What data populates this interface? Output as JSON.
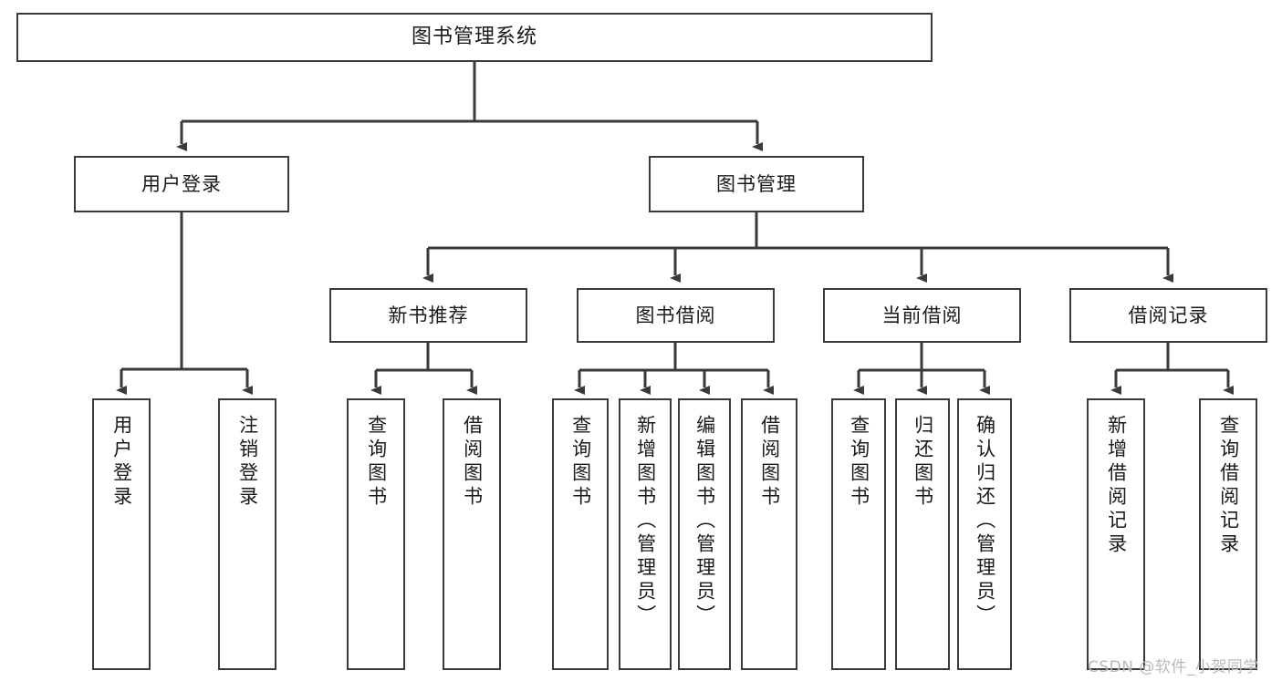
{
  "diagram": {
    "title": "图书管理系统",
    "type": "hierarchy-tree",
    "watermark": "CSDN @软件_小贺同学",
    "accent_border": "#3a3a3a",
    "background": "#ffffff",
    "nodes": {
      "root": {
        "label": "图书管理系统"
      },
      "level2": [
        {
          "label": "用户登录"
        },
        {
          "label": "图书管理"
        }
      ],
      "level3": [
        {
          "label": "新书推荐"
        },
        {
          "label": "图书借阅"
        },
        {
          "label": "当前借阅"
        },
        {
          "label": "借阅记录"
        }
      ],
      "leaves": {
        "user_login": [
          {
            "label": "用户登录"
          },
          {
            "label": "注销登录"
          }
        ],
        "new_book": [
          {
            "label": "查询图书"
          },
          {
            "label": "借阅图书"
          }
        ],
        "book_borrow": [
          {
            "label": "查询图书"
          },
          {
            "label": "新增图书（管理员）"
          },
          {
            "label": "编辑图书（管理员）"
          },
          {
            "label": "借阅图书"
          }
        ],
        "current_borrow": [
          {
            "label": "查询图书"
          },
          {
            "label": "归还图书"
          },
          {
            "label": "确认归还（管理员）"
          }
        ],
        "borrow_record": [
          {
            "label": "新增借阅记录"
          },
          {
            "label": "查询借阅记录"
          }
        ]
      }
    }
  }
}
